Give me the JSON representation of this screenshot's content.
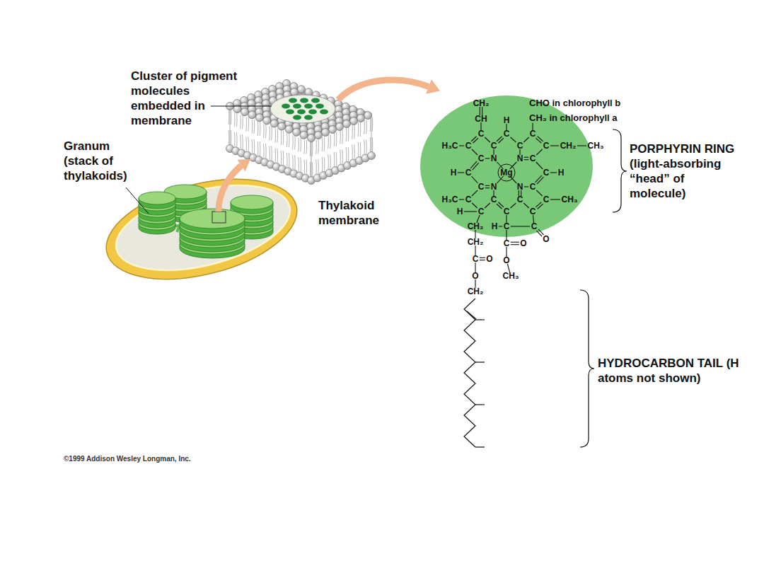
{
  "diagram": {
    "labels": [
      "Cluster of pigment molecules embedded in membrane",
      "Granum (stack of thylakoids)",
      "Thylakoid membrane",
      "CHO in chlorophyll b",
      "CH₃ in chlorophyll a",
      "PORPHYRIN RING (light-absorbing “head” of molecule)",
      "HYDROCARBON TAIL (H atoms not shown)",
      "©1999 Addison Wesley Longman, Inc.",
      "CH₂",
      "CH",
      "H",
      "C",
      "C",
      "C",
      "H₃C",
      "C",
      "C",
      "C",
      "C",
      "CH₂",
      "CH₃",
      "C",
      "N",
      "N",
      "C",
      "H",
      "C",
      "Mg",
      "C",
      "H",
      "C",
      "N",
      "N",
      "C",
      "H₃C",
      "C",
      "C",
      "C",
      "C",
      "CH₃",
      "H",
      "C",
      "C",
      "C",
      "CH₂",
      "H",
      "C",
      "C",
      "O",
      "CH₂",
      "C",
      "O",
      "C",
      "O",
      "O",
      "CH₃",
      "O",
      "CH₂"
    ]
  }
}
